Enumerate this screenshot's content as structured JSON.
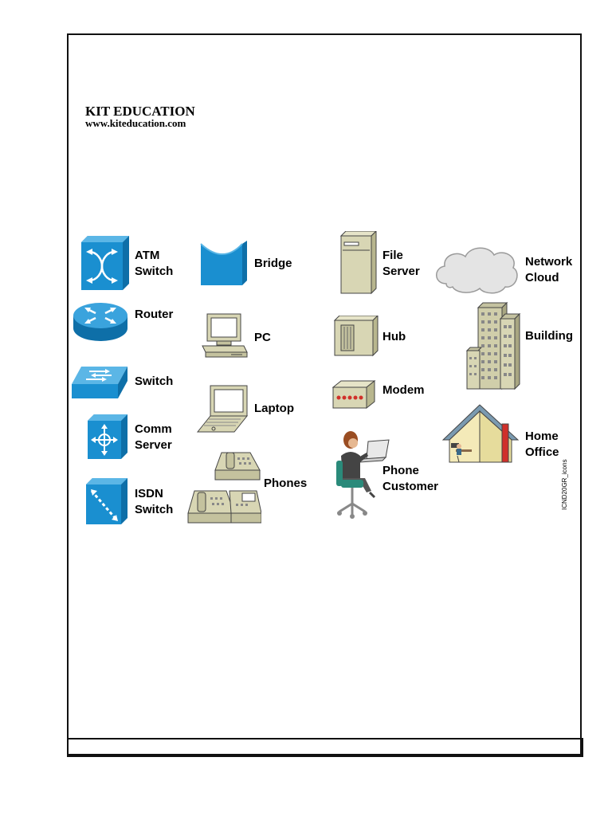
{
  "header": {
    "brand_name": "KIT EDUCATION",
    "brand_url": "www.kiteducation.com"
  },
  "icons": {
    "atm_switch": [
      "ATM",
      "Switch"
    ],
    "router": "Router",
    "switch": "Switch",
    "comm_server": [
      "Comm",
      "Server"
    ],
    "isdn_switch": [
      "ISDN",
      "Switch"
    ],
    "bridge": "Bridge",
    "pc": "PC",
    "laptop": "Laptop",
    "phones": "Phones",
    "file_server": [
      "File",
      "Server"
    ],
    "hub": "Hub",
    "modem": "Modem",
    "phone_customer": [
      "Phone",
      "Customer"
    ],
    "network_cloud": [
      "Network",
      "Cloud"
    ],
    "building": "Building",
    "home_office": [
      "Home",
      "Office"
    ]
  },
  "caption": "ICND20GR_icons",
  "colors": {
    "cisco_blue": "#1a8fd0",
    "device_beige": "#d8d6b4",
    "modem_led": "#d0302a"
  }
}
